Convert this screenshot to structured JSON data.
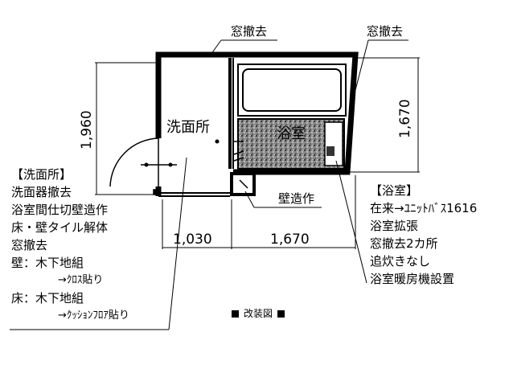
{
  "labels": {
    "window_removal_left": "窓撤去",
    "window_removal_right": "窓撤去",
    "room_washroom": "洗面所",
    "room_bathroom": "浴室",
    "wall_construction": "壁造作",
    "caption": "改装図"
  },
  "dimensions": {
    "height_total": "1,960",
    "height_bath": "1,670",
    "width_washroom": "1,030",
    "width_bath": "1,670"
  },
  "notes_left": {
    "heading": "【洗面所】",
    "items": [
      "洗面器撤去",
      "浴室間仕切壁造作",
      "床・壁タイル解体",
      "窓撤去",
      "壁：木下地組",
      "→ｸﾛｽ貼り",
      "床：木下地組",
      "→ｸｯｼｮﾝﾌﾛｱ貼り"
    ]
  },
  "notes_right": {
    "heading": "【浴室】",
    "items": [
      "在来→ﾕﾆｯﾄﾊﾞｽ1616",
      "浴室拡張",
      "窓撤去2カ所",
      "追炊きなし",
      "浴室暖房機設置"
    ]
  },
  "colors": {
    "line": "#000000",
    "tile_hatch": "#555555",
    "background": "#ffffff"
  }
}
